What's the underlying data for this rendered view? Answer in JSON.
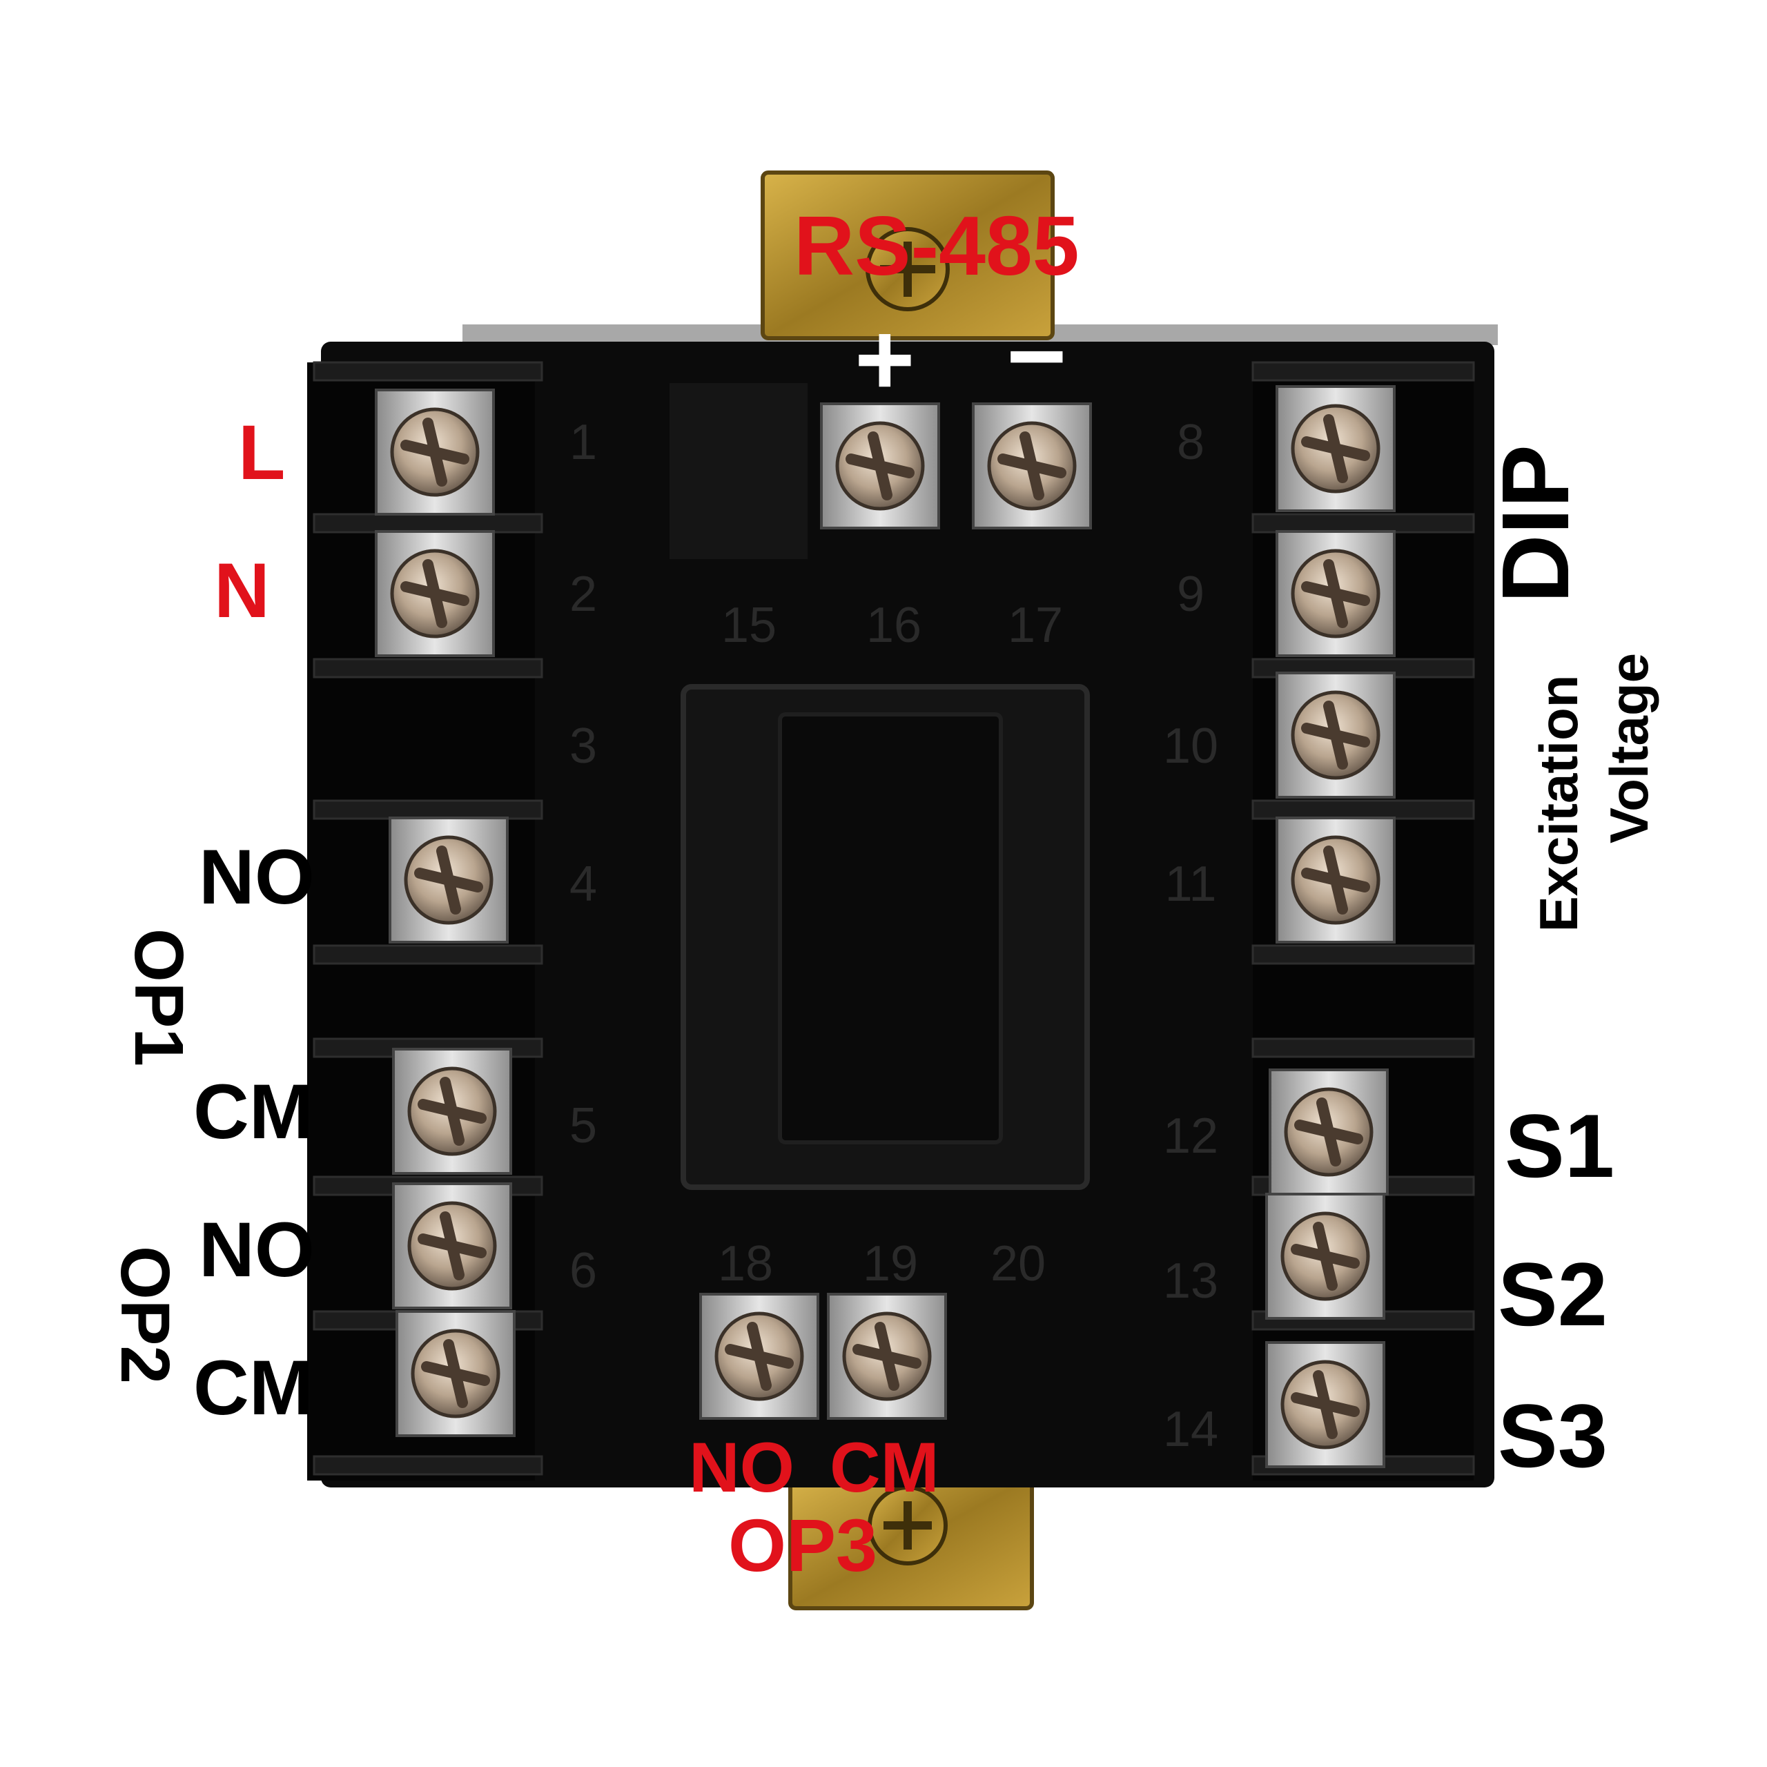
{
  "colors": {
    "label_red": "#e1121b",
    "label_black": "#000000",
    "housing": "#0b0b0b",
    "bracket": "#b08d2a",
    "screw": "#c9b8a4"
  },
  "terminals": {
    "left": [
      "1",
      "2",
      "3",
      "4",
      "5",
      "6"
    ],
    "center_top": [
      "15",
      "16",
      "17"
    ],
    "right": [
      "8",
      "9",
      "10",
      "11",
      "12",
      "13",
      "14"
    ],
    "center_bottom": [
      "18",
      "19",
      "20"
    ]
  },
  "labels": {
    "rs485": "RS-485",
    "plus": "+",
    "minus": "−",
    "l": "L",
    "n": "N",
    "op1_no": "NO",
    "op1": "OP1",
    "op1_cm": "CM",
    "op2_no": "NO",
    "op2": "OP2",
    "op2_cm": "CM",
    "op3_no": "NO",
    "op3_cm": "CM",
    "op3": "OP3",
    "dip": "DIP",
    "excitation": "Excitation",
    "voltage": "Voltage",
    "s1": "S1",
    "s2": "S2",
    "s3": "S3"
  }
}
